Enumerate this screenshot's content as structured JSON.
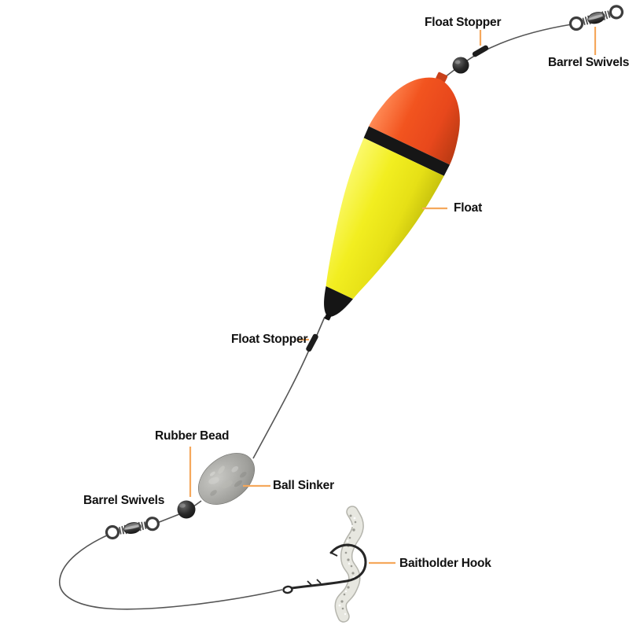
{
  "page": {
    "background": "#ffffff"
  },
  "labels": {
    "float_stopper_top": "Float Stopper",
    "barrel_swivels_top": "Barrel Swivels",
    "float": "Float",
    "float_stopper_mid": "Float Stopper",
    "rubber_bead": "Rubber Bead",
    "ball_sinker": "Ball Sinker",
    "barrel_swivels_bottom": "Barrel Swivels",
    "baitholder_hook": "Baitholder Hook"
  },
  "colors": {
    "c_bg": "#ffffff",
    "c_text": "#111111",
    "c_leader": "#f5a85c",
    "c_line": "#555555",
    "float_orange": "#f2541f",
    "float_yellow": "#f0ec1e",
    "float_band_black": "#161616",
    "sinker_gray": "#9c9c98",
    "worm_white": "#e7e7e0"
  },
  "parts": [
    {
      "name": "barrel-swivel-top"
    },
    {
      "name": "float-stopper-top"
    },
    {
      "name": "bead-top"
    },
    {
      "name": "float"
    },
    {
      "name": "float-stopper-mid"
    },
    {
      "name": "ball-sinker"
    },
    {
      "name": "rubber-bead"
    },
    {
      "name": "barrel-swivel-bottom"
    },
    {
      "name": "soft-bait-worm"
    },
    {
      "name": "baitholder-hook"
    }
  ]
}
